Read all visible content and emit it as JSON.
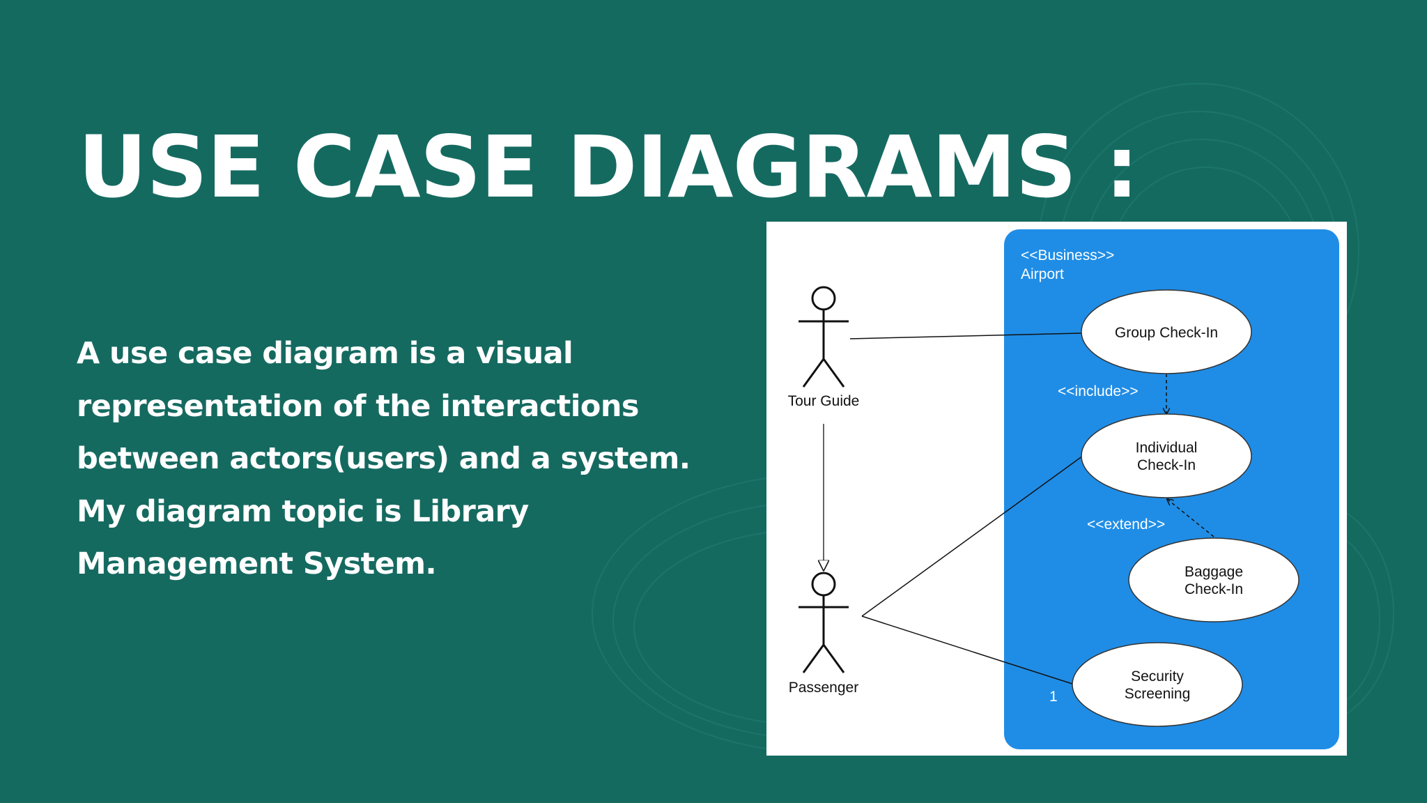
{
  "slide": {
    "title": "USE CASE DIAGRAMS :",
    "description_lines": [
      "A use case diagram is a visual",
      "representation of the interactions",
      "between actors(users) and a system.",
      "My diagram topic is Library",
      "Management System."
    ]
  },
  "diagram": {
    "system": {
      "stereotype": "<<Business>>",
      "name": "Airport"
    },
    "actors": [
      {
        "name": "Tour Guide"
      },
      {
        "name": "Passenger"
      }
    ],
    "use_cases": [
      {
        "lines": [
          "Group Check-In"
        ]
      },
      {
        "lines": [
          "Individual",
          "Check-In"
        ]
      },
      {
        "lines": [
          "Baggage",
          "Check-In"
        ]
      },
      {
        "lines": [
          "Security",
          "Screening"
        ]
      }
    ],
    "relations": {
      "include": "<<include>>",
      "extend": "<<extend>>",
      "multiplicity": "1"
    }
  },
  "colors": {
    "background": "#156a60",
    "system_boundary": "#1f8de6",
    "text": "#ffffff"
  }
}
